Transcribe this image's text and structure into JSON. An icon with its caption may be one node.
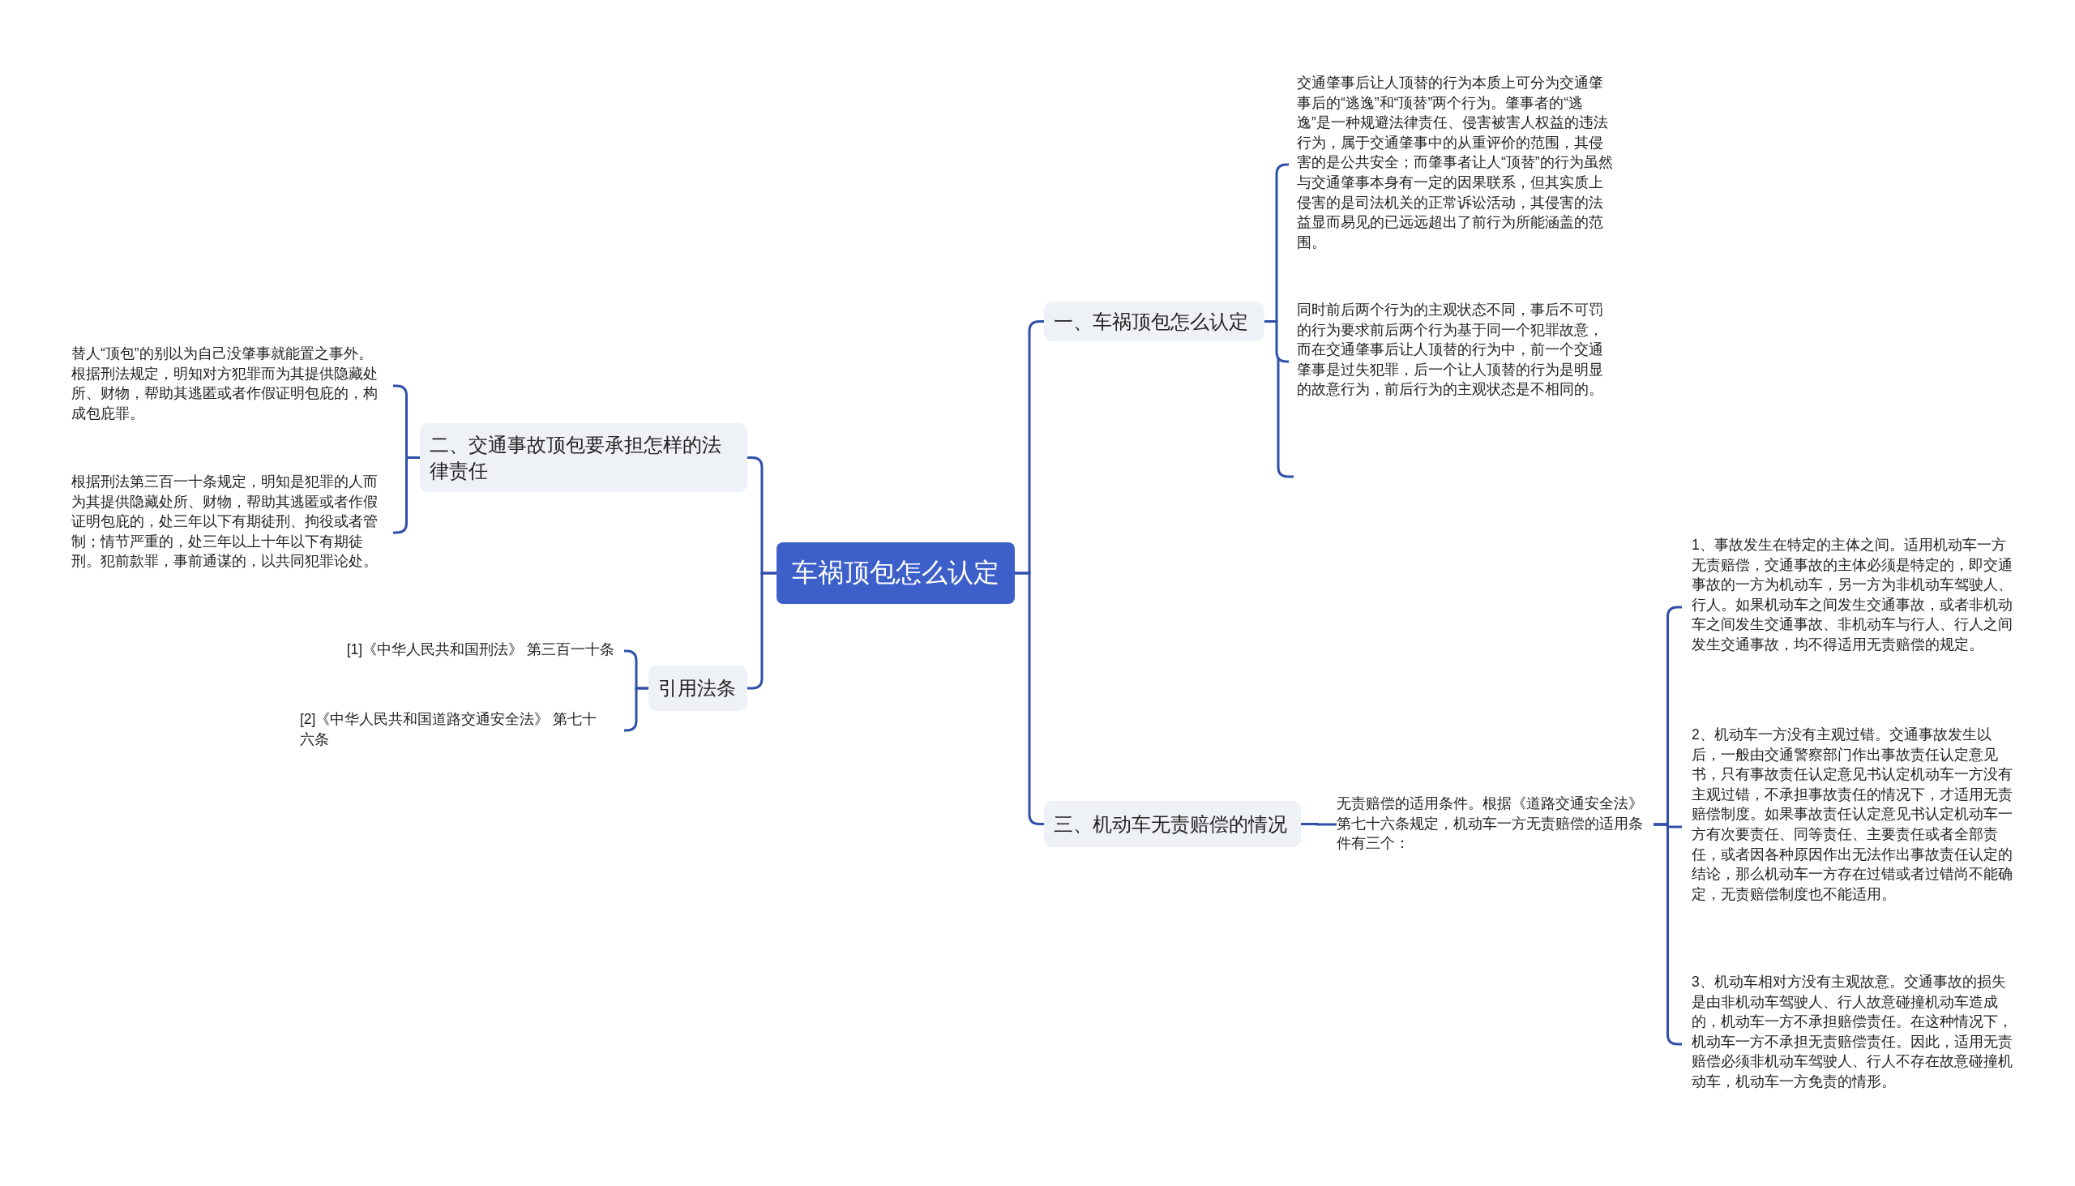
{
  "diagram": {
    "nodes": [
      {
        "text": [
          "车祸顶包怎么认定"
        ]
      },
      {
        "text": [
          "一、车祸顶包怎么认定"
        ]
      },
      {
        "text": [
          "交通肇事后让人顶替的行为本质上可分为交通肇事后的“逃逸”和“顶替”两个行为。肇事者的“逃逸”是一种规避法律责任、侵害被害人权益的违法行为，属于交通肇事中的从重评价的范围，其侵害的是公共安全；而肇事者让人“顶替”的行为虽然与交通肇事本身有一定的因果联系，但其实质上侵害的是司法机关的正常诉讼活动，其侵害的法益显而易见的已远远超出了前行为所能涵盖的范围。"
        ]
      },
      {
        "text": [
          "同时前后两个行为的主观状态不同，事后不可罚的行为要求前后两个行为基于同一个犯罪故意，而在交通肇事后让人顶替的行为中，前一个交通肇事是过失犯罪，后一个让人顶替的行为是明显的故意行为，前后行为的主观状态是不相同的。"
        ]
      },
      {
        "text": [
          "二、交通事故顶包要承担怎样的法律责任"
        ]
      },
      {
        "text": [
          "替人“顶包”的别以为自己没肇事就能置之事外。根据刑法规定，明知对方犯罪而为其提供隐藏处所、财物，帮助其逃匿或者作假证明包庇的，构成包庇罪。"
        ]
      },
      {
        "text": [
          "根据刑法第三百一十条规定，明知是犯罪的人而为其提供隐藏处所、财物，帮助其逃匿或者作假证明包庇的，处三年以下有期徒刑、拘役或者管制；情节严重的，处三年以上十年以下有期徒刑。犯前款罪，事前通谋的，以共同犯罪论处。"
        ]
      },
      {
        "text": [
          "引用法条"
        ]
      },
      {
        "text": [
          "[1]《中华人民共和国刑法》 第三百一十条"
        ]
      },
      {
        "text": [
          "[2]《中华人民共和国道路交通安全法》 第七十六条"
        ]
      },
      {
        "text": [
          "三、机动车无责赔偿的情况"
        ]
      },
      {
        "text": [
          "无责赔偿的适用条件。根据《道路交通安全法》第七十六条规定，机动车一方无责赔偿的适用条件有三个："
        ]
      },
      {
        "text": [
          "1、事故发生在特定的主体之间。适用机动车一方无责赔偿，交通事故的主体必须是特定的，即交通事故的一方为机动车，另一方为非机动车驾驶人、行人。如果机动车之间发生交通事故，或者非机动车之间发生交通事故、非机动车与行人、行人之间发生交通事故，均不得适用无责赔偿的规定。"
        ]
      },
      {
        "text": [
          "2、机动车一方没有主观过错。交通事故发生以后，一般由交通警察部门作出事故责任认定意见书，只有事故责任认定意见书认定机动车一方没有主观过错，不承担事故责任的情况下，才适用无责赔偿制度。如果事故责任认定意见书认定机动车一方有次要责任、同等责任、主要责任或者全部责任，或者因各种原因作出无法作出事故责任认定的结论，那么机动车一方存在过错或者过错尚不能确定，无责赔偿制度也不能适用。"
        ]
      },
      {
        "text": [
          "3、机动车相对方没有主观故意。交通事故的损失是由非机动车驾驶人、行人故意碰撞机动车造成的，机动车一方不承担赔偿责任。在这种情况下，机动车一方不承担无责赔偿责任。因此，适用无责赔偿必须非机动车驾驶人、行人不存在故意碰撞机动车，机动车一方免责的情形。"
        ]
      }
    ],
    "edges": [
      {
        "from": 0,
        "to": 1,
        "arrow": "none"
      },
      {
        "from": 1,
        "to": 2,
        "arrow": "none"
      },
      {
        "from": 1,
        "to": 3,
        "arrow": "none"
      },
      {
        "from": 0,
        "to": 4,
        "arrow": "none"
      },
      {
        "from": 4,
        "to": 5,
        "arrow": "none"
      },
      {
        "from": 4,
        "to": 6,
        "arrow": "none"
      },
      {
        "from": 0,
        "to": 7,
        "arrow": "none"
      },
      {
        "from": 7,
        "to": 8,
        "arrow": "none"
      },
      {
        "from": 7,
        "to": 9,
        "arrow": "none"
      },
      {
        "from": 0,
        "to": 10,
        "arrow": "none"
      },
      {
        "from": 10,
        "to": 11,
        "arrow": "none"
      },
      {
        "from": 11,
        "to": 12,
        "arrow": "none"
      },
      {
        "from": 11,
        "to": 13,
        "arrow": "none"
      },
      {
        "from": 11,
        "to": 14,
        "arrow": "none"
      }
    ]
  }
}
